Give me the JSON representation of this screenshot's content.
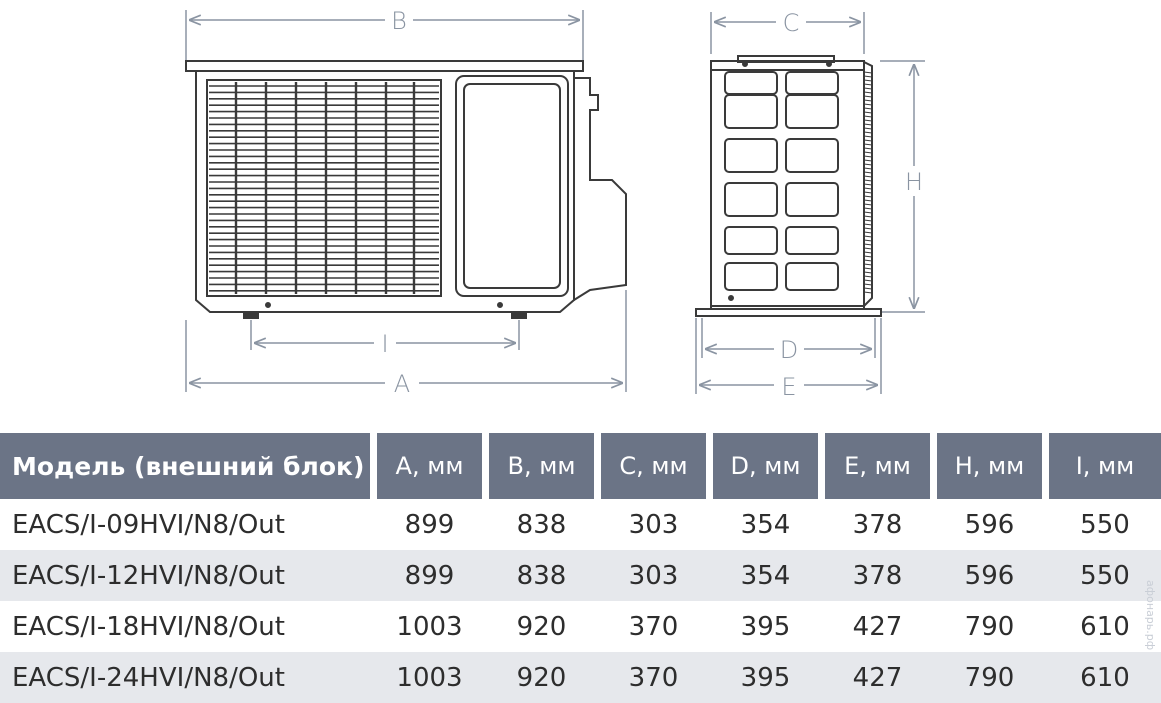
{
  "dimension_labels": {
    "A": "A",
    "B": "B",
    "C": "C",
    "D": "D",
    "E": "E",
    "H": "H",
    "I": "I"
  },
  "table": {
    "headers": [
      "Модель (внешний блок)",
      "A, мм",
      "B, мм",
      "C, мм",
      "D, мм",
      "E, мм",
      "H, мм",
      "I, мм"
    ],
    "rows": [
      [
        "EACS/I-09HVI/N8/Out",
        "899",
        "838",
        "303",
        "354",
        "378",
        "596",
        "550"
      ],
      [
        "EACS/I-12HVI/N8/Out",
        "899",
        "838",
        "303",
        "354",
        "378",
        "596",
        "550"
      ],
      [
        "EACS/I-18HVI/N8/Out",
        "1003",
        "920",
        "370",
        "395",
        "427",
        "790",
        "610"
      ],
      [
        "EACS/I-24HVI/N8/Out",
        "1003",
        "920",
        "370",
        "395",
        "427",
        "790",
        "610"
      ]
    ]
  },
  "watermark": "афонарь.рф",
  "colors": {
    "header_bg": "#6b7486",
    "alt_row_bg": "#e6e8ec",
    "line": "#3a3a3a",
    "dim_line": "#8a94a2"
  }
}
